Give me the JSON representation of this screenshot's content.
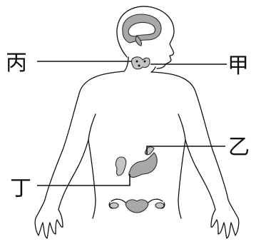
{
  "labels": {
    "bing": "丙",
    "jia": "甲",
    "yi": "乙",
    "ding": "丁"
  },
  "colors": {
    "organ_fill": "#a8a8a8",
    "organ_fill_light": "#c4c4c4",
    "outline": "#111111"
  }
}
